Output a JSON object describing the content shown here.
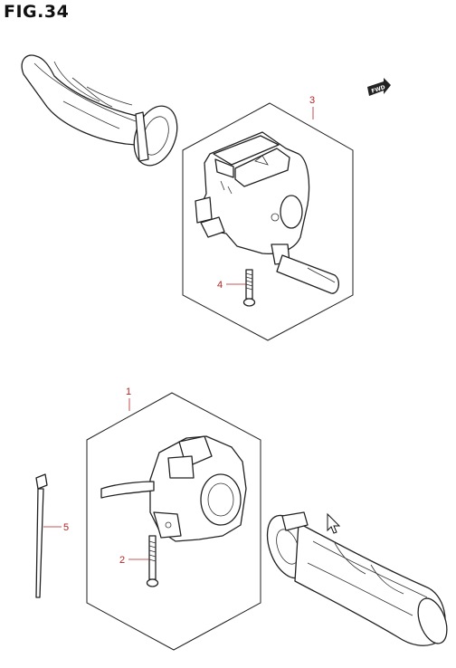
{
  "figure": {
    "title": "FIG.34"
  },
  "fwd_badge": {
    "label": "FWD"
  },
  "callouts": [
    {
      "id": "callout-1",
      "number": "1"
    },
    {
      "id": "callout-2",
      "number": "2"
    },
    {
      "id": "callout-3",
      "number": "3"
    },
    {
      "id": "callout-4",
      "number": "4"
    },
    {
      "id": "callout-5",
      "number": "5"
    }
  ],
  "colors": {
    "line": "#222222",
    "callout": "#b22222",
    "background": "#ffffff"
  }
}
